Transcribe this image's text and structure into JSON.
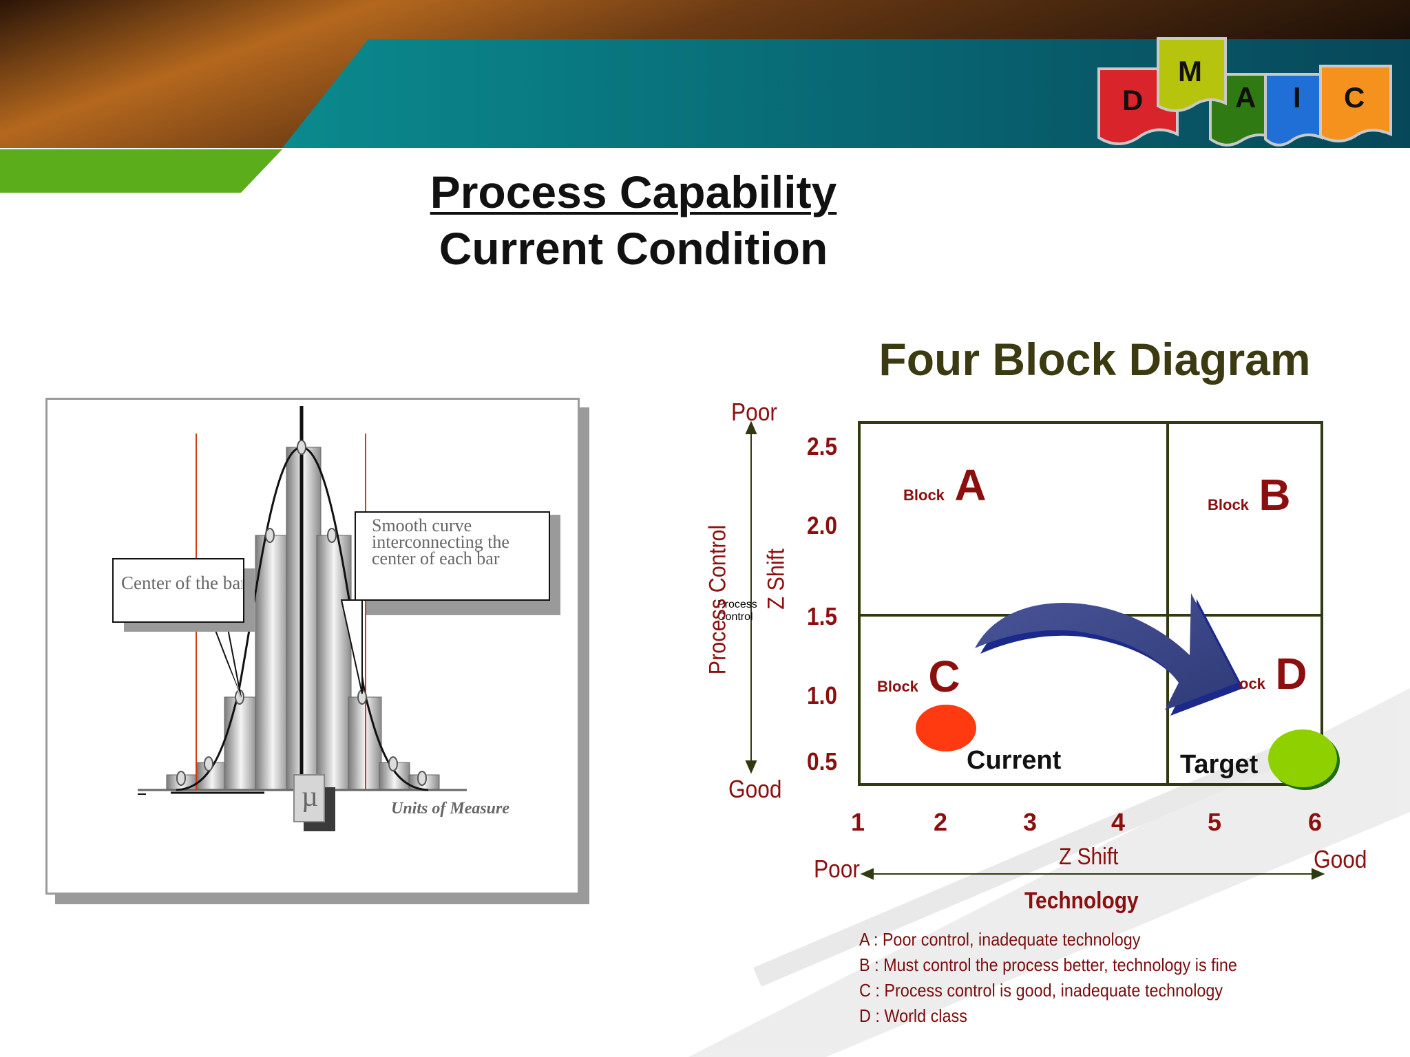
{
  "header": {
    "title_line1": "Process Capability",
    "title_line2": "Current Condition"
  },
  "dmaic_logo": {
    "letters": [
      "D",
      "M",
      "A",
      "I",
      "C"
    ]
  },
  "bell_curve_figure": {
    "callout_left": "Center of the bar",
    "callout_right": [
      "Smooth curve",
      "interconnecting the",
      "center of each bar"
    ],
    "mu_label": "µ",
    "axis_label": "Units of Measure"
  },
  "four_block": {
    "title": "Four Block Diagram",
    "y_axis": {
      "label": "Process Control",
      "sublabel": "Z Shift",
      "top": "Poor",
      "bottom": "Good",
      "ticks": [
        "2.5",
        "2.0",
        "1.5",
        "1.0",
        "0.5"
      ]
    },
    "x_axis": {
      "ticks": [
        "1",
        "2",
        "3",
        "4",
        "5",
        "6"
      ],
      "sublabel": "Z Shift",
      "left": "Poor",
      "right": "Good",
      "label": "Technology"
    },
    "blocks": [
      {
        "prefix": "Block",
        "letter": "A"
      },
      {
        "prefix": "Block",
        "letter": "B"
      },
      {
        "prefix": "Block",
        "letter": "C"
      },
      {
        "prefix": "ock",
        "letter": "D"
      }
    ],
    "markers": {
      "current": "Current",
      "target": "Target"
    },
    "notes": [
      "A : Poor control, inadequate technology",
      "B : Must control the process better, technology is fine",
      "C : Process control is good, inadequate technology",
      "D : World class"
    ],
    "colors": {
      "grid": "#2f3a10",
      "labels": "#8b0f0f",
      "current_dot": "#ff3a10",
      "target_dot": "#8fd000",
      "arrow": "#3e4a8a"
    }
  }
}
